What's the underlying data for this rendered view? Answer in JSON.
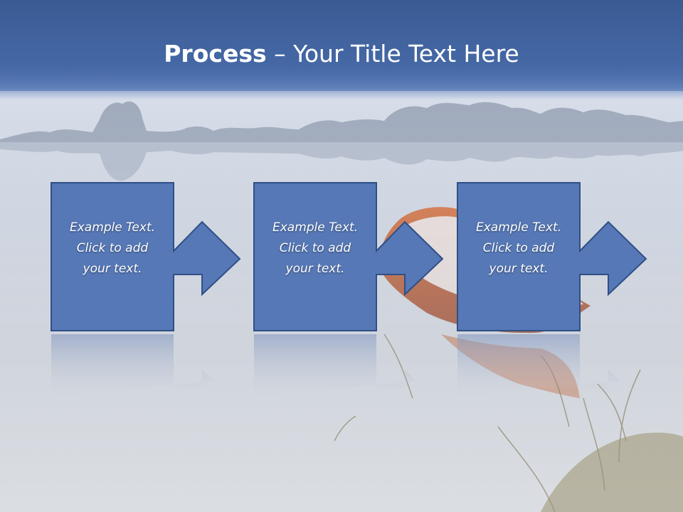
{
  "slide": {
    "title_bold": "Process",
    "title_dash": " – ",
    "title_rest": "Your Title Text Here"
  },
  "steps": [
    {
      "line1": "Example Text.",
      "line2": "Click  to add",
      "line3": "your text."
    },
    {
      "line1": "Example Text.",
      "line2": "Click  to add",
      "line3": "your text."
    },
    {
      "line1": "Example Text.",
      "line2": "Click  to add",
      "line3": "your text."
    }
  ],
  "colors": {
    "header": "#3b5d96",
    "shape_fill": "#5678b6",
    "shape_stroke": "#2f4f86",
    "boat": "#b8562e"
  },
  "icons": {
    "arrow": "right-arrow-icon"
  }
}
